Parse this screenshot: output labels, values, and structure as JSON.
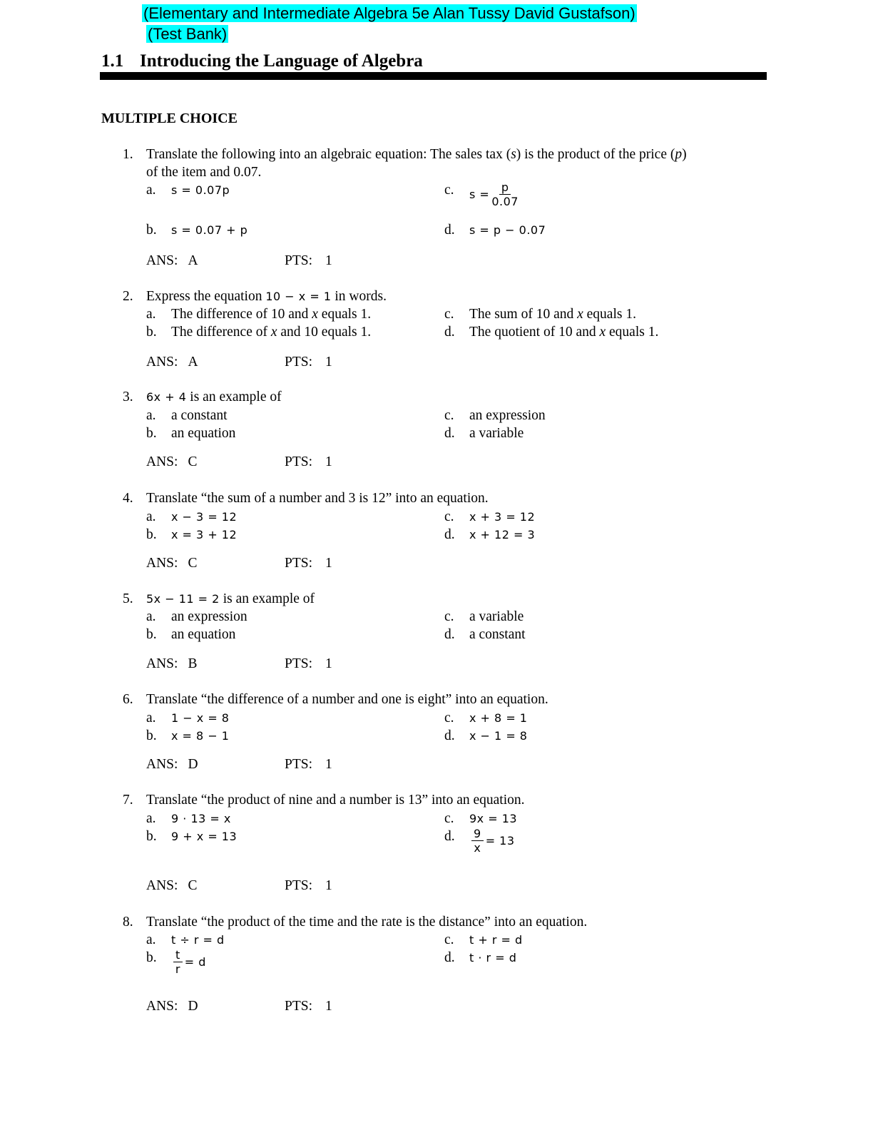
{
  "header": {
    "highlight_line1": "(Elementary and Intermediate Algebra 5e Alan Tussy David Gustafson)",
    "highlight_line2": "(Test Bank)",
    "section_number": "1.1",
    "section_title": "Introducing the Language of Algebra",
    "subsection": "MULTIPLE CHOICE"
  },
  "labels": {
    "ans": "ANS:",
    "pts": "PTS:"
  },
  "questions": [
    {
      "number": "1.",
      "stem": [
        {
          "t": "Translate the following into an algebraic equation: The sales tax ("
        },
        {
          "t": "s",
          "it": true
        },
        {
          "t": ") is the product of the price ("
        },
        {
          "t": "p",
          "it": true
        },
        {
          "t": ")"
        }
      ],
      "stem2": "of the item and 0.07.",
      "options": [
        {
          "letter": "a.",
          "math": "s = 0.07p"
        },
        {
          "letter": "b.",
          "math": "s = 0.07 + p"
        },
        {
          "letter": "c.",
          "lhs": "s =",
          "num": "p",
          "den": "0.07"
        },
        {
          "letter": "d.",
          "math": "s = p − 0.07"
        }
      ],
      "ans": "A",
      "pts": "1"
    },
    {
      "number": "2.",
      "stem": [
        {
          "t": "Express the equation "
        },
        {
          "m": "10 − x = 1"
        },
        {
          "t": " in words."
        }
      ],
      "options": [
        {
          "letter": "a.",
          "text": [
            {
              "t": "The difference of 10 and "
            },
            {
              "t": "x",
              "it": true
            },
            {
              "t": " equals 1."
            }
          ]
        },
        {
          "letter": "b.",
          "text": [
            {
              "t": "The difference of "
            },
            {
              "t": "x",
              "it": true
            },
            {
              "t": " and 10 equals 1."
            }
          ]
        },
        {
          "letter": "c.",
          "text": [
            {
              "t": "The sum of 10 and "
            },
            {
              "t": "x",
              "it": true
            },
            {
              "t": " equals 1."
            }
          ]
        },
        {
          "letter": "d.",
          "text": [
            {
              "t": "The quotient of 10 and "
            },
            {
              "t": "x",
              "it": true
            },
            {
              "t": " equals 1."
            }
          ]
        }
      ],
      "ans": "A",
      "pts": "1"
    },
    {
      "number": "3.",
      "stem": [
        {
          "m": "6x + 4"
        },
        {
          "t": " is an example of"
        }
      ],
      "options": [
        {
          "letter": "a.",
          "text": [
            {
              "t": "a constant"
            }
          ]
        },
        {
          "letter": "b.",
          "text": [
            {
              "t": "an equation"
            }
          ]
        },
        {
          "letter": "c.",
          "text": [
            {
              "t": "an expression"
            }
          ]
        },
        {
          "letter": "d.",
          "text": [
            {
              "t": "a variable"
            }
          ]
        }
      ],
      "ans": "C",
      "pts": "1"
    },
    {
      "number": "4.",
      "stem": [
        {
          "t": "Translate “the sum of a number and 3 is 12” into an equation."
        }
      ],
      "options": [
        {
          "letter": "a.",
          "math": "x − 3 = 12"
        },
        {
          "letter": "b.",
          "math": "x = 3 + 12"
        },
        {
          "letter": "c.",
          "math": "x + 3 = 12"
        },
        {
          "letter": "d.",
          "math": "x + 12 = 3"
        }
      ],
      "ans": "C",
      "pts": "1"
    },
    {
      "number": "5.",
      "stem": [
        {
          "m": "5x − 11 = 2"
        },
        {
          "t": " is an example of"
        }
      ],
      "options": [
        {
          "letter": "a.",
          "text": [
            {
              "t": "an expression"
            }
          ]
        },
        {
          "letter": "b.",
          "text": [
            {
              "t": "an equation"
            }
          ]
        },
        {
          "letter": "c.",
          "text": [
            {
              "t": "a variable"
            }
          ]
        },
        {
          "letter": "d.",
          "text": [
            {
              "t": "a constant"
            }
          ]
        }
      ],
      "ans": "B",
      "pts": "1"
    },
    {
      "number": "6.",
      "stem": [
        {
          "t": "Translate “the difference of a number and one is eight” into an equation."
        }
      ],
      "options": [
        {
          "letter": "a.",
          "math": "1 − x = 8"
        },
        {
          "letter": "b.",
          "math": "x = 8 − 1"
        },
        {
          "letter": "c.",
          "math": "x + 8 = 1"
        },
        {
          "letter": "d.",
          "math": "x − 1 = 8"
        }
      ],
      "ans": "D",
      "pts": "1"
    },
    {
      "number": "7.",
      "stem": [
        {
          "t": "Translate “the product of nine and a number is 13” into an equation."
        }
      ],
      "options": [
        {
          "letter": "a.",
          "math": "9 · 13 = x"
        },
        {
          "letter": "b.",
          "math": "9 + x = 13"
        },
        {
          "letter": "c.",
          "math": "9x = 13"
        },
        {
          "letter": "d.",
          "num": "9",
          "den": "x",
          "rhs": "= 13"
        }
      ],
      "ans": "C",
      "pts": "1"
    },
    {
      "number": "8.",
      "stem": [
        {
          "t": "Translate “the product of the time and the rate is the distance” into an equation."
        }
      ],
      "options": [
        {
          "letter": "a.",
          "math": "t ÷ r = d"
        },
        {
          "letter": "b.",
          "num": "t",
          "den": "r",
          "rhs": "= d"
        },
        {
          "letter": "c.",
          "math": "t + r = d"
        },
        {
          "letter": "d.",
          "math": "t · r = d"
        }
      ],
      "ans": "D",
      "pts": "1"
    }
  ]
}
